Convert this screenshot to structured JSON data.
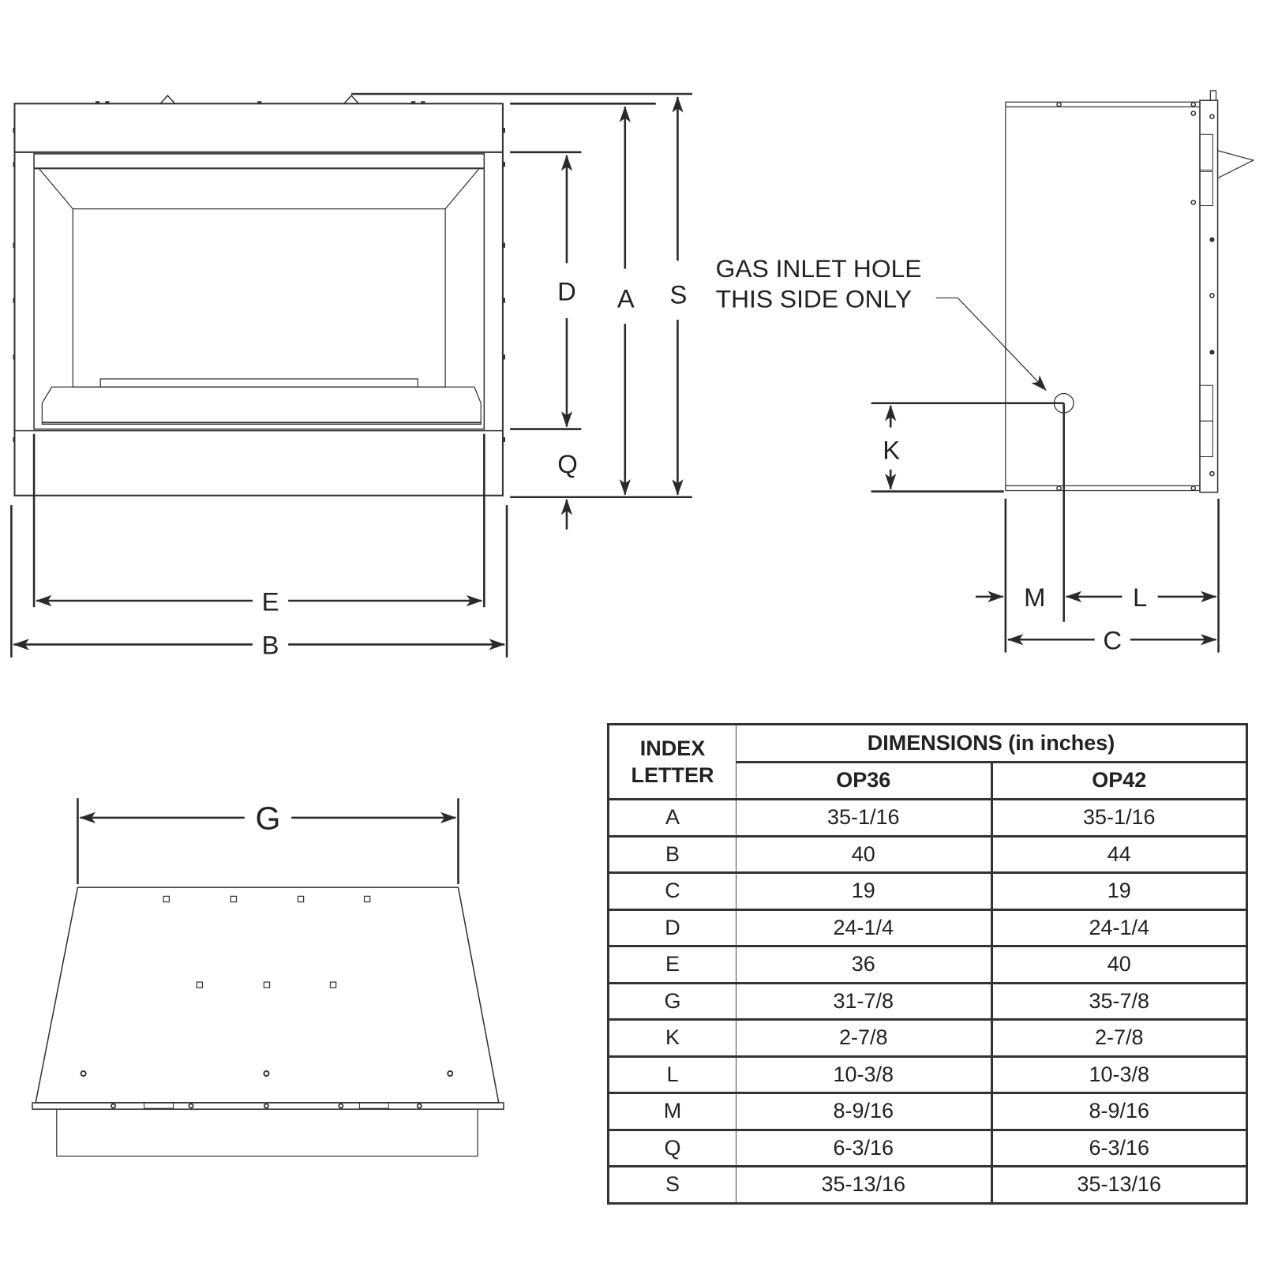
{
  "diagram": {
    "front_view": {
      "labels": {
        "D": "D",
        "A": "A",
        "S": "S",
        "Q": "Q",
        "E": "E",
        "B": "B"
      }
    },
    "side_view": {
      "callout_line1": "GAS INLET HOLE",
      "callout_line2": "THIS SIDE ONLY",
      "labels": {
        "K": "K",
        "M": "M",
        "L": "L",
        "C": "C"
      }
    },
    "top_view": {
      "labels": {
        "G": "G"
      }
    }
  },
  "table": {
    "index_header_line1": "INDEX",
    "index_header_line2": "LETTER",
    "group_header": "DIMENSIONS (in inches)",
    "models": [
      "OP36",
      "OP42"
    ],
    "rows": [
      {
        "letter": "A",
        "op36": "35-1/16",
        "op42": "35-1/16"
      },
      {
        "letter": "B",
        "op36": "40",
        "op42": "44"
      },
      {
        "letter": "C",
        "op36": "19",
        "op42": "19"
      },
      {
        "letter": "D",
        "op36": "24-1/4",
        "op42": "24-1/4"
      },
      {
        "letter": "E",
        "op36": "36",
        "op42": "40"
      },
      {
        "letter": "G",
        "op36": "31-7/8",
        "op42": "35-7/8"
      },
      {
        "letter": "K",
        "op36": "2-7/8",
        "op42": "2-7/8"
      },
      {
        "letter": "L",
        "op36": "10-3/8",
        "op42": "10-3/8"
      },
      {
        "letter": "M",
        "op36": "8-9/16",
        "op42": "8-9/16"
      },
      {
        "letter": "Q",
        "op36": "6-3/16",
        "op42": "6-3/16"
      },
      {
        "letter": "S",
        "op36": "35-13/16",
        "op42": "35-13/16"
      }
    ]
  }
}
